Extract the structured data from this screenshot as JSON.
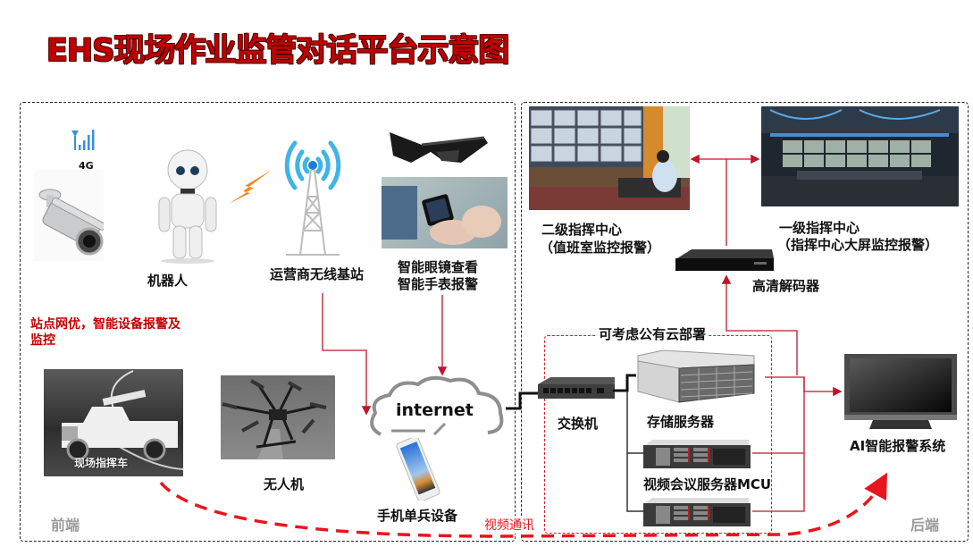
{
  "title": "EHS现场作业监管对话平台示意图",
  "front_end": {
    "zone_label": "前端",
    "signal_label": "4G",
    "robot_label": "机器人",
    "base_station_label": "运营商无线基站",
    "wearables_label_line1": "智能眼镜查看",
    "wearables_label_line2": "智能手表报警",
    "note_line1": "站点网优，智能设备报警及",
    "note_line2": "监控",
    "vehicle_label": "现场指挥车",
    "drone_label": "无人机",
    "phone_label": "手机单兵设备",
    "cloud_label": "internet"
  },
  "back_end": {
    "zone_label": "后端",
    "level2_center_line1": "二级指挥中心",
    "level2_center_line2": "（值班室监控报警）",
    "level1_center_line1": "一级指挥中心",
    "level1_center_line2": "（指挥中心大屏监控报警）",
    "decoder_label": "高清解码器",
    "cloud_deploy_label": "可考虑公有云部署",
    "switch_label": "交换机",
    "storage_label": "存储服务器",
    "mcu_label": "视频会议服务器MCU",
    "ai_system_label": "AI智能报警系统"
  },
  "flow": {
    "video_comm_label": "视频通讯"
  },
  "colors": {
    "title_red": "#c00000",
    "arrow_red": "#c0152a",
    "dash_red": "#e8141e",
    "zone_gray": "#9a9a9a",
    "signal_blue": "#3b8fe0",
    "lightning_orange": "#f08a1c"
  }
}
